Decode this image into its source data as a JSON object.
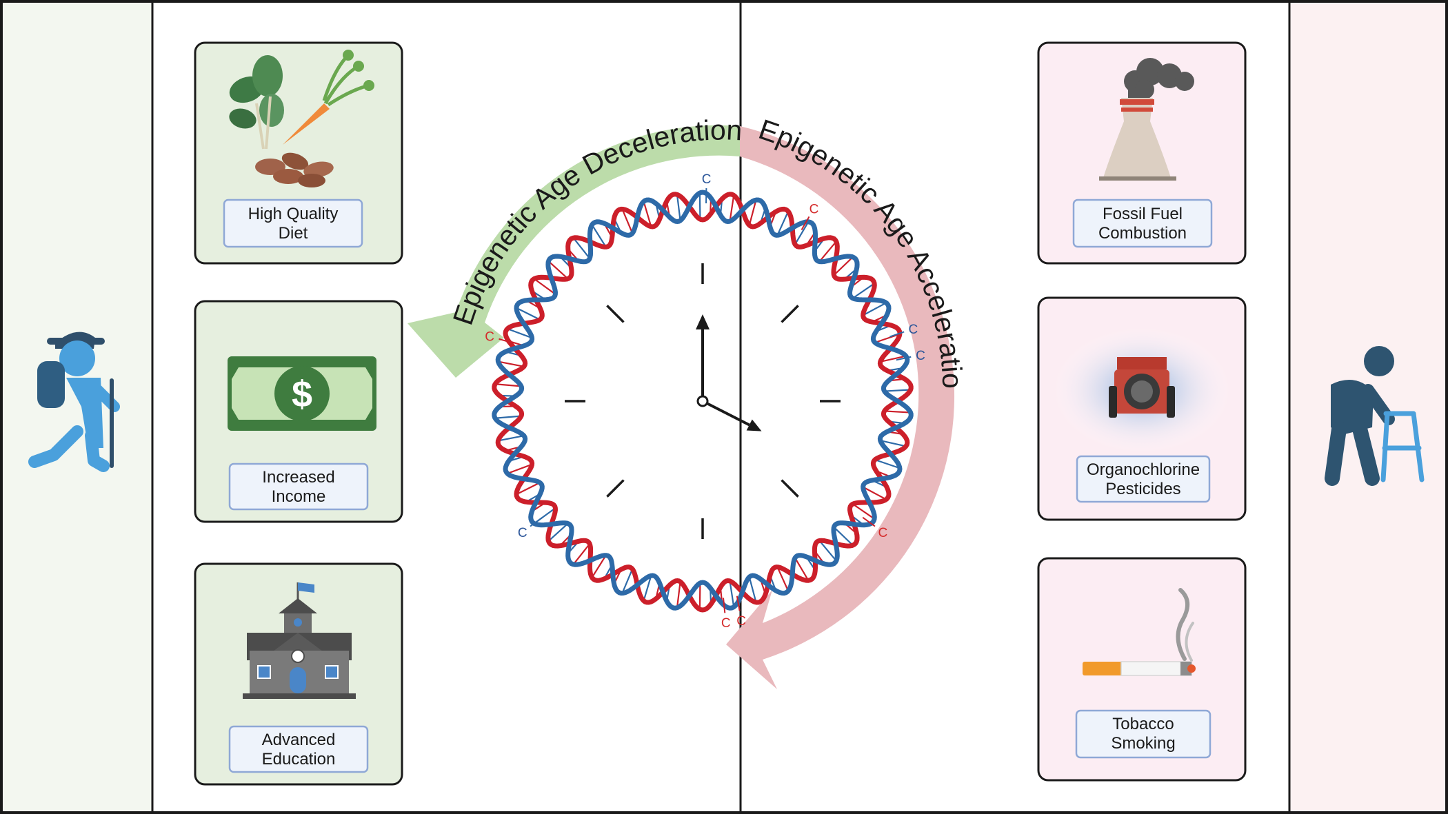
{
  "arrows": {
    "deceleration_label": "Epigenetic Age Deceleration",
    "acceleration_label": "Epigenetic Age Acceleration"
  },
  "positive_factors": [
    {
      "icon": "vegetables-icon",
      "line1": "High Quality",
      "line2": "Diet"
    },
    {
      "icon": "money-bill-icon",
      "line1": "Increased",
      "line2": "Income"
    },
    {
      "icon": "school-building-icon",
      "line1": "Advanced",
      "line2": "Education"
    }
  ],
  "negative_factors": [
    {
      "icon": "factory-smokestack-icon",
      "line1": "Fossil Fuel",
      "line2": "Combustion"
    },
    {
      "icon": "tractor-spray-icon",
      "line1": "Organochlorine",
      "line2": "Pesticides"
    },
    {
      "icon": "cigarette-icon",
      "line1": "Tobacco",
      "line2": "Smoking"
    }
  ],
  "methyl_mark": "C",
  "people": {
    "young": "hiker-icon",
    "old": "elderly-walker-icon"
  },
  "colors": {
    "positive_panel": "#f3f7f0",
    "negative_panel": "#fcf1f2",
    "positive_card": "#e6efdf",
    "negative_card": "#fcedf3",
    "decel_arrow": "#bcdcaa",
    "accel_arrow": "#e9b9bd",
    "dna_red": "#cc1f2a",
    "dna_blue": "#2d6aa8"
  }
}
